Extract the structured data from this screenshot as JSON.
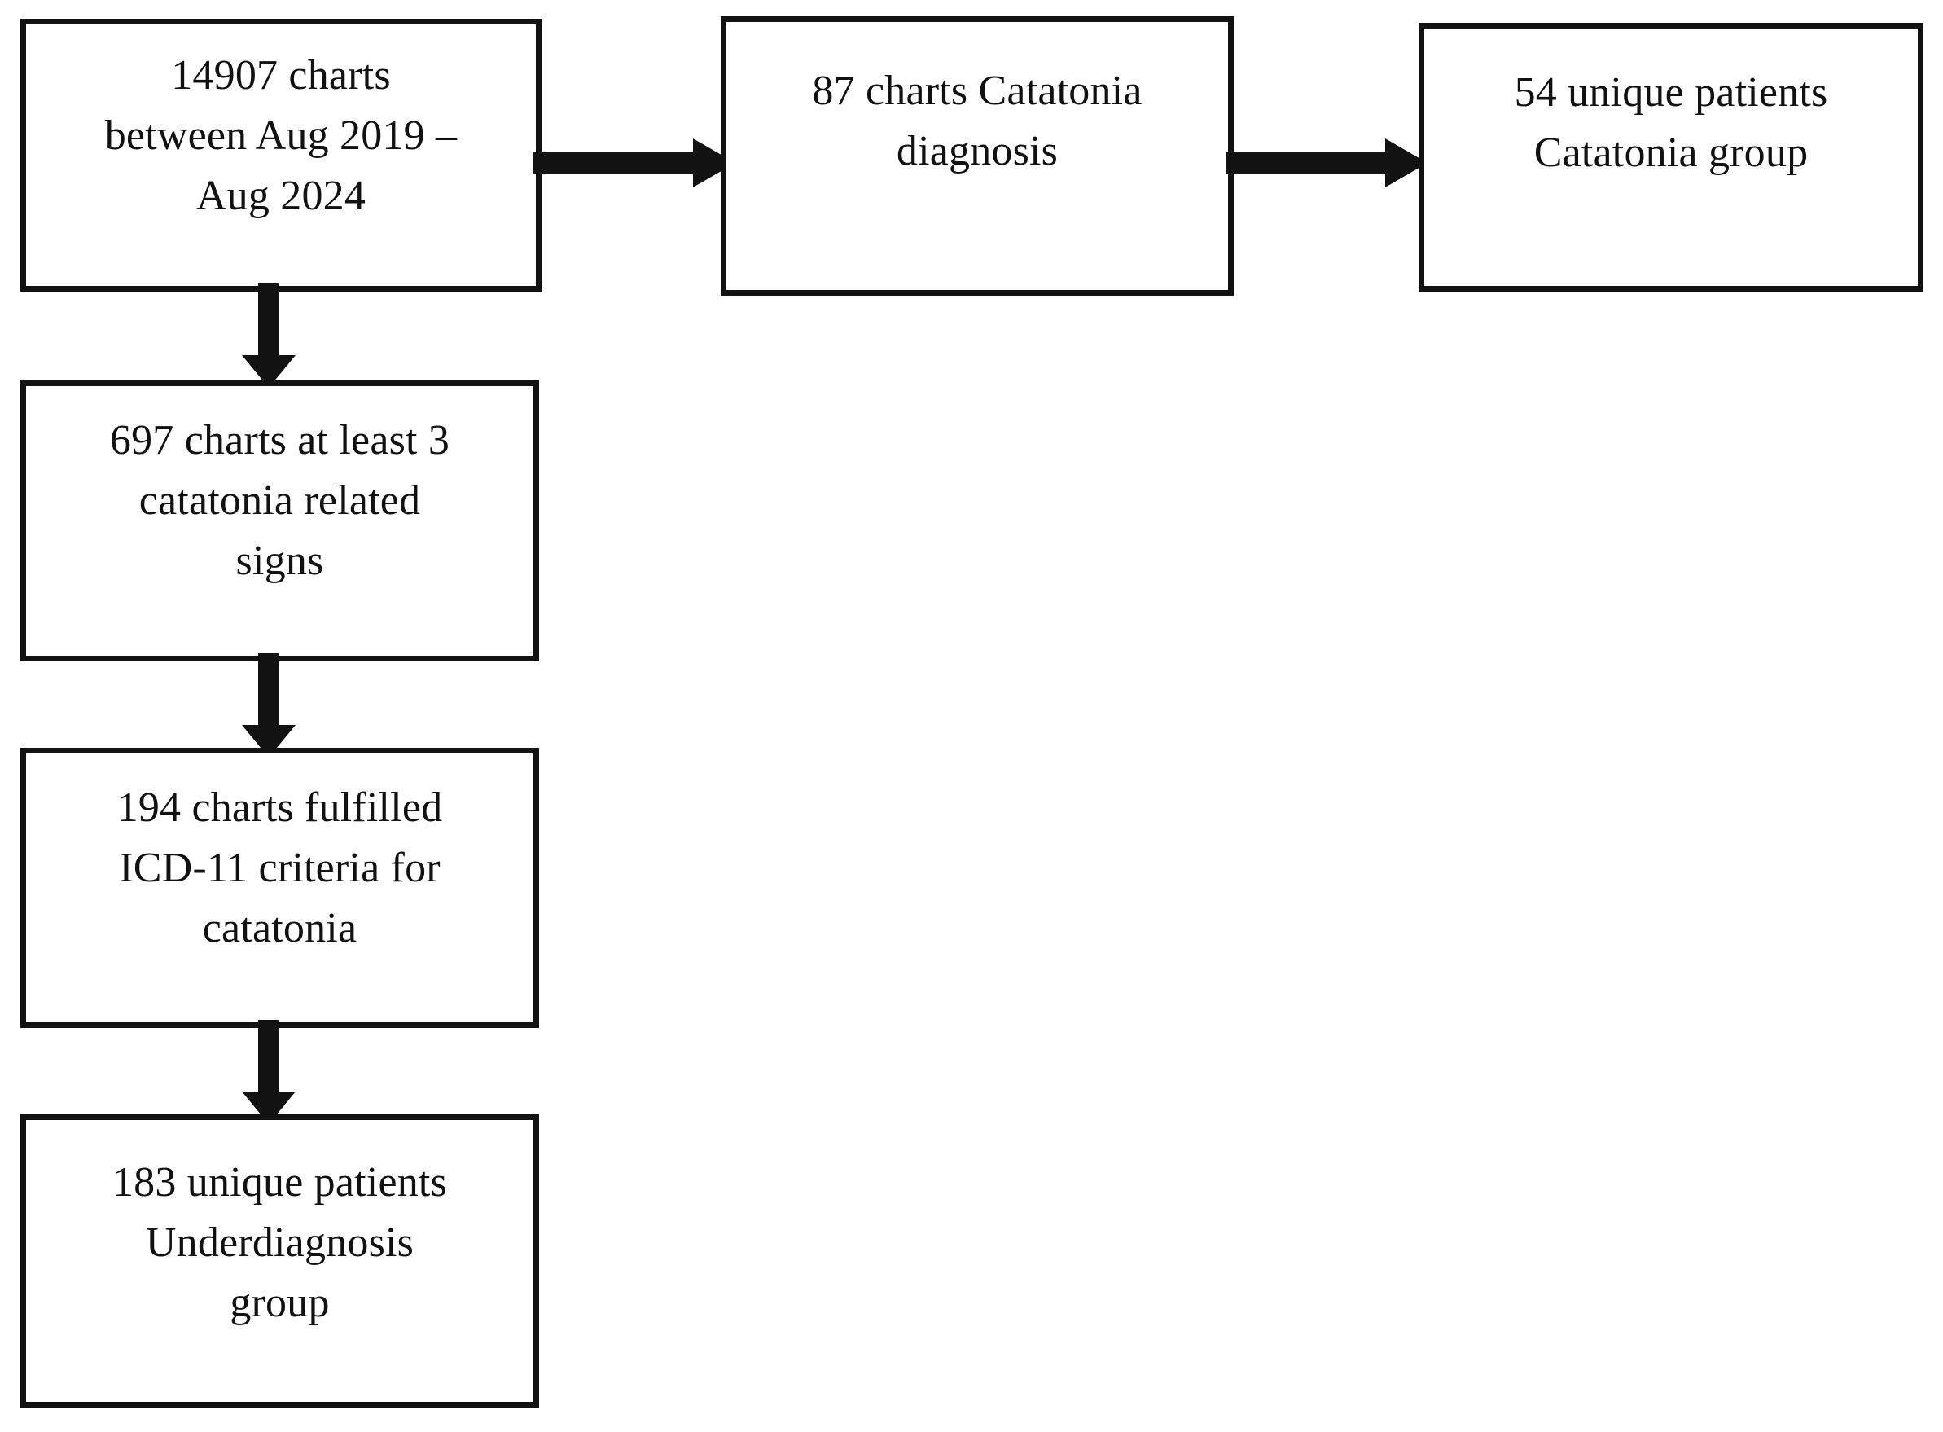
{
  "diagram": {
    "type": "flowchart",
    "orientation": "mixed",
    "background_color": "#ffffff",
    "stroke_color": "#121212",
    "text_color": "#111111",
    "nodes": [
      {
        "id": "source",
        "label": "14907 charts\nbetween Aug 2019 –\nAug 2024",
        "row": 1,
        "column": 1
      },
      {
        "id": "diagnosed",
        "label": "87 charts Catatonia\ndiagnosis",
        "row": 1,
        "column": 2
      },
      {
        "id": "catatonia_group",
        "label": "54 unique patients\nCatatonia group",
        "row": 1,
        "column": 3
      },
      {
        "id": "signs",
        "label": "697 charts at least 3\ncatatonia related\nsigns",
        "row": 2,
        "column": 1
      },
      {
        "id": "icd11",
        "label": "194 charts fulfilled\nICD-11 criteria for\ncatatonia",
        "row": 3,
        "column": 1
      },
      {
        "id": "underdiagnosis_group",
        "label": "183 unique patients\nUnderdiagnosis\ngroup",
        "row": 4,
        "column": 1
      }
    ],
    "edges": [
      {
        "id": "source_to_diagnosed",
        "from": "source",
        "to": "diagnosed",
        "direction": "right"
      },
      {
        "id": "diagnosed_to_group",
        "from": "diagnosed",
        "to": "catatonia_group",
        "direction": "right"
      },
      {
        "id": "source_to_signs",
        "from": "source",
        "to": "signs",
        "direction": "down"
      },
      {
        "id": "signs_to_icd11",
        "from": "signs",
        "to": "icd11",
        "direction": "down"
      },
      {
        "id": "icd11_to_underdiagnosis",
        "from": "icd11",
        "to": "underdiagnosis_group",
        "direction": "down"
      }
    ]
  }
}
